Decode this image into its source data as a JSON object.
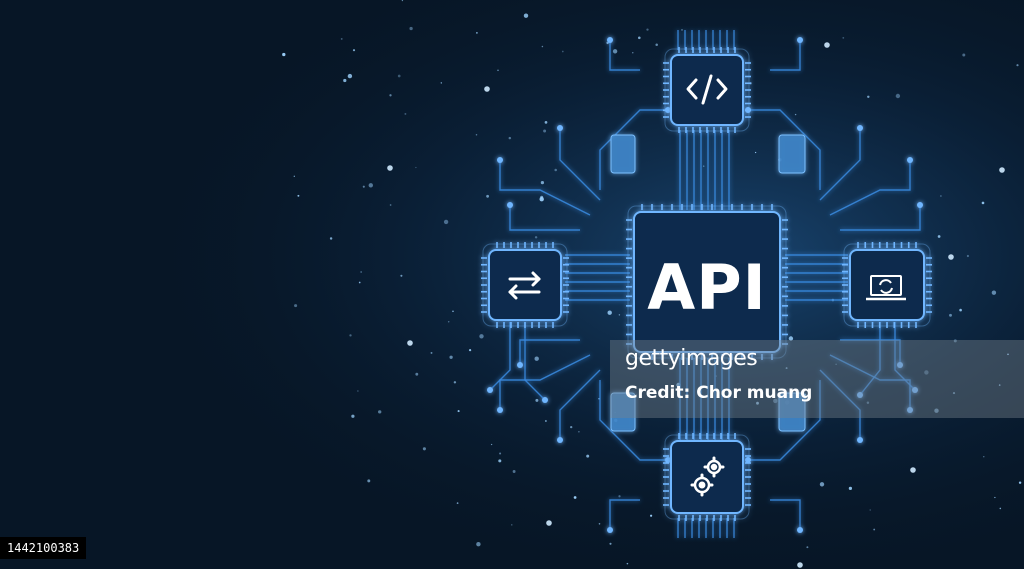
{
  "scene": {
    "background_color": "#071626",
    "glow_color": "#2f7fd0",
    "trace_color": "#3a8be0",
    "chip_fill": "#0d2c4e",
    "chip_border": "#6fb6ff",
    "sparkle_color": "#9fd4ff"
  },
  "chips": {
    "center": {
      "label": "API"
    },
    "top": {
      "icon": "code-brackets-icon"
    },
    "left": {
      "icon": "swap-arrows-icon"
    },
    "right": {
      "icon": "laptop-sync-icon"
    },
    "bottom": {
      "icon": "gears-icon"
    }
  },
  "watermark": {
    "brand": "gettyimages",
    "credit": "Credit: Chor muang"
  },
  "image_id": "1442100383"
}
